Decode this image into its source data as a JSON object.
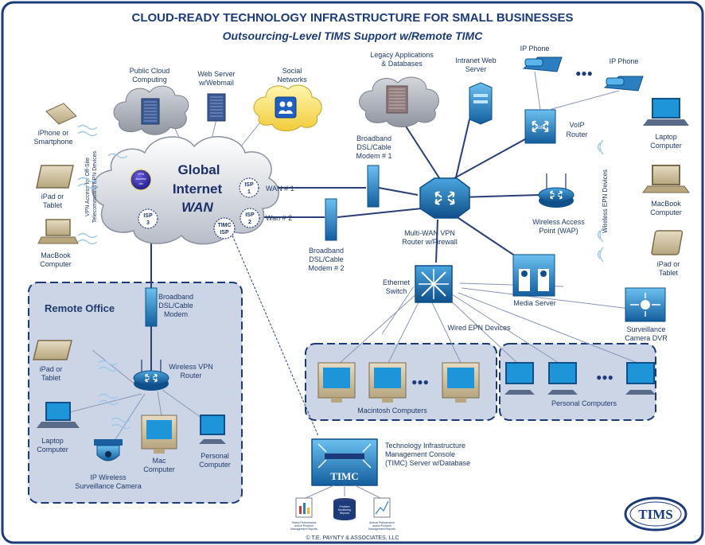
{
  "title": "CLOUD-READY TECHNOLOGY INFRASTRUCTURE FOR SMALL BUSINESSES",
  "subtitle": "Outsourcing-Level TIMS Support  w/Remote TIMC",
  "internet": {
    "line1": "Global",
    "line2": "Internet",
    "line3": "WAN"
  },
  "cloud_services": {
    "public_cloud": [
      "Public Cloud",
      "Computing"
    ],
    "web_server": [
      "Web Server",
      "w/Webmail"
    ],
    "social": [
      "Social",
      "Networks"
    ],
    "legacy": [
      "Legacy Applications",
      "& Databases"
    ],
    "intranet": [
      "Intranet Web",
      "Server"
    ]
  },
  "isp": {
    "isp1": [
      "ISP",
      "1"
    ],
    "isp2": [
      "ISP",
      "2"
    ],
    "isp3": [
      "ISP",
      "3"
    ],
    "timc_isp": [
      "TIMC",
      "ISP"
    ]
  },
  "wan": {
    "wan1": "WAN # 1",
    "wan2": "Wan # 2"
  },
  "modems": {
    "modem1": [
      "Broadband",
      "DSL/Cable",
      "Modem # 1"
    ],
    "modem2": [
      "Broadband",
      "DSL/Cable",
      "Modem # 2"
    ],
    "remote_modem": [
      "Broadband",
      "DSL/Cable",
      "Modem"
    ]
  },
  "router": {
    "main": [
      "Multi-WAN VPN",
      "Router w/Firewall"
    ],
    "voip": [
      "VoIP",
      "Router"
    ],
    "voip_icon": "VoIP"
  },
  "switch": [
    "Ethernet",
    "Switch"
  ],
  "wap": [
    "Wireless Access",
    "Point (WAP)"
  ],
  "media_server": "Media Server",
  "phones": {
    "phone1": "IP Phone",
    "phone2": "IP Phone"
  },
  "right_devices": {
    "laptop": [
      "Laptop",
      "Computer"
    ],
    "macbook": [
      "MacBook",
      "Computer"
    ],
    "ipad": [
      "iPad or",
      "Tablet"
    ],
    "camera": [
      "Surveillance",
      "Camera DVR"
    ],
    "wireless_label": "Wireless EPN Devices"
  },
  "left_devices": {
    "iphone": [
      "iPhone or",
      "Smartphone"
    ],
    "ipad": [
      "iPad or",
      "Tablet"
    ],
    "macbook": [
      "MacBook",
      "Computer"
    ],
    "vpn_label": [
      "VPN Access for Off-Site",
      "Telecommuting EPN Devices"
    ]
  },
  "vpn_badge": [
    "VPN",
    "Access",
    "via"
  ],
  "wired_label": "Wired EPN Devices",
  "macintosh_group": "Macintosh Computers",
  "pc_group": "Personal Computers",
  "ellipsis": "●●●",
  "remote_office": {
    "title": "Remote Office",
    "ipad": [
      "iPad or",
      "Tablet"
    ],
    "router": [
      "Wireless VPN",
      "Router"
    ],
    "laptop": [
      "Laptop",
      "Computer"
    ],
    "camera": [
      "IP Wireless",
      "Surveillance Camera"
    ],
    "mac": [
      "Mac",
      "Computer"
    ],
    "pc": [
      "Personal",
      "Computer"
    ]
  },
  "timc": {
    "badge": "TIMC",
    "label": [
      "Technology Infrastructure",
      "Management Console",
      "(TIMC) Server w/Database"
    ],
    "report1": [
      "Status Performance",
      "and/or Problem",
      "Management Reports"
    ],
    "report2": [
      "Problem",
      "Monitoring",
      "Reports"
    ],
    "report3": [
      "Annual Performance",
      "and/or Problem",
      "Management Reports"
    ]
  },
  "logo": "TIMS",
  "copyright": "© T.E. PAYNTY & ASSOCIATES, LLC",
  "colors": {
    "frame": "#1b3b7a",
    "panel": "#ccd5e6",
    "device": "#1e88c8",
    "router": "#1876b8",
    "cloud": "#b8c0cc"
  }
}
